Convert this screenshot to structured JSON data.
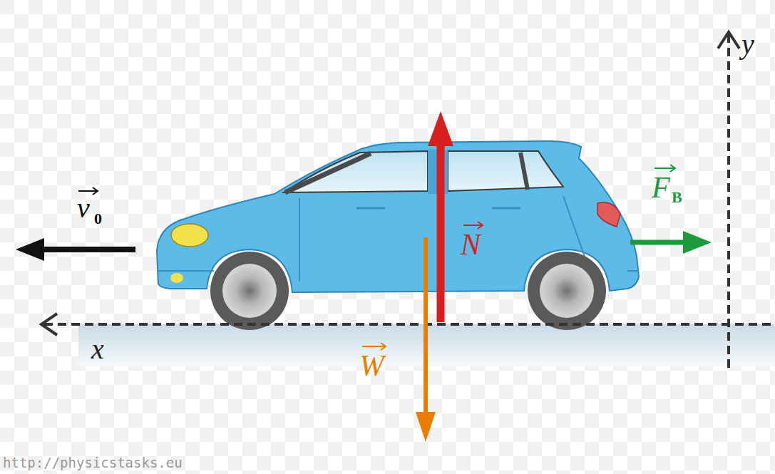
{
  "diagram": {
    "labels": [
      "v",
      "0",
      "N",
      "W",
      "F",
      "B",
      "x",
      "y",
      "http://physicstasks.eu"
    ]
  }
}
